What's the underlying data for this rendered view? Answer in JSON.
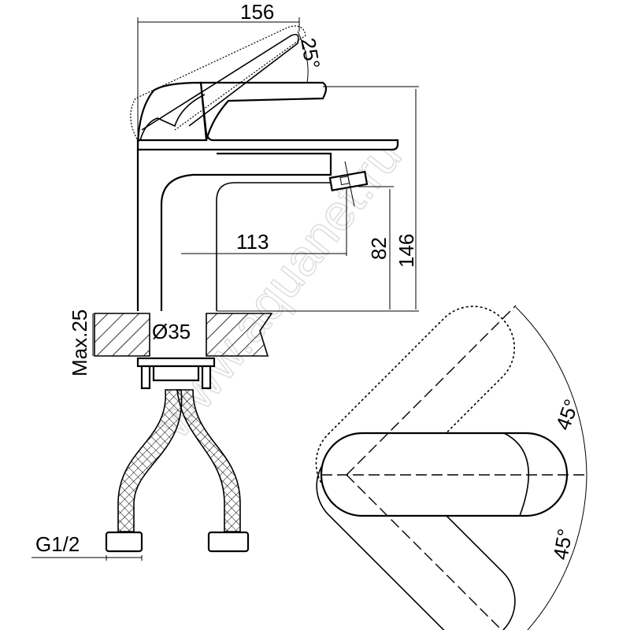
{
  "drawing": {
    "dimensions": {
      "width_total": "156",
      "lever_angle": "25°",
      "spout_reach": "113",
      "spout_height": "82",
      "total_height": "146",
      "max_counter_thickness": "Max.25",
      "hole_diameter": "Ø35",
      "connection_thread": "G1/2",
      "rotation_left": "45°",
      "rotation_right": "45°"
    },
    "watermark": "www.aquanet.ru",
    "colors": {
      "line": "#000000",
      "background": "#ffffff",
      "watermark": "#dddddd"
    }
  }
}
